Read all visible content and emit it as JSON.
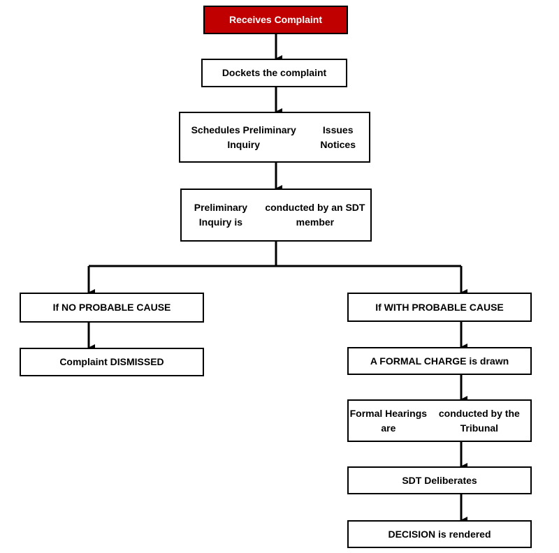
{
  "colors": {
    "start_fill": "#c00000",
    "start_text": "#ffffff",
    "box_border": "#000000"
  },
  "nodes": {
    "receives": {
      "lines": [
        "Receives Complaint"
      ]
    },
    "dockets": {
      "lines": [
        "Dockets the complaint"
      ]
    },
    "schedules": {
      "lines": [
        "Schedules Preliminary Inquiry",
        "Issues Notices"
      ]
    },
    "inquiry": {
      "lines": [
        "Preliminary Inquiry is",
        "conducted by an SDT member"
      ]
    },
    "no_cause": {
      "lines": [
        "If NO PROBABLE CAUSE"
      ]
    },
    "dismissed": {
      "lines": [
        "Complaint DISMISSED"
      ]
    },
    "with_cause": {
      "lines": [
        "If WITH PROBABLE CAUSE"
      ]
    },
    "formal_charge": {
      "lines": [
        "A FORMAL CHARGE is drawn"
      ]
    },
    "hearings": {
      "lines": [
        "Formal Hearings are",
        "conducted by the Tribunal"
      ]
    },
    "deliberates": {
      "lines": [
        "SDT Deliberates"
      ]
    },
    "decision": {
      "lines": [
        "DECISION is rendered"
      ]
    }
  }
}
